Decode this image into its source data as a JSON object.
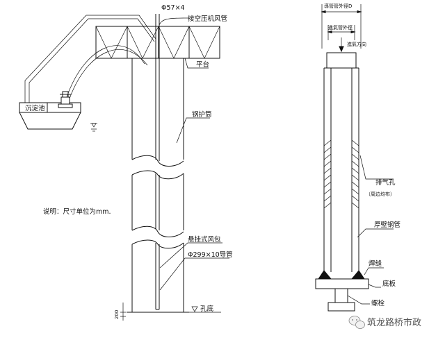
{
  "labels": {
    "pipe_spec": "Φ57×4",
    "air_pipe": "接空压机风管",
    "platform": "平台",
    "settling_tank": "沉淀池",
    "steel_casing": "钢护筒",
    "note": "说明：尺寸单位为mm.",
    "air_bag": "悬挂式风包",
    "guide_pipe": "Φ299×10导管",
    "depth": "200",
    "hole_bottom": "孔底",
    "guide_od": "導管管外徑D",
    "inlet_od": "進氣管外徑",
    "air_dir": "進氣方向",
    "vent_holes": "排气孔",
    "vent_note": "（周边均布）",
    "thick_pipe": "厚壁钢管",
    "weld": "焊缝",
    "bottom_plate": "底板",
    "bolt": "螺栓",
    "watermark": "筑龙路桥市政"
  }
}
